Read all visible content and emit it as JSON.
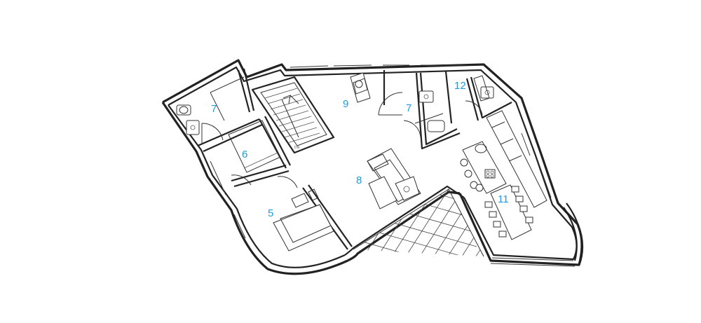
{
  "rooms": [
    {
      "id": "bathroom-left",
      "number": "7"
    },
    {
      "id": "dressing",
      "number": "6"
    },
    {
      "id": "bedroom",
      "number": "5"
    },
    {
      "id": "living",
      "number": "8"
    },
    {
      "id": "lounge-chair",
      "number": "9"
    },
    {
      "id": "bathroom-right",
      "number": "7"
    },
    {
      "id": "kitchen-dining",
      "number": "11"
    },
    {
      "id": "utility",
      "number": "12"
    }
  ],
  "stair_label": "DN",
  "colors": {
    "label": "#1e9be0",
    "wall": "#222222",
    "background": "#ffffff"
  }
}
